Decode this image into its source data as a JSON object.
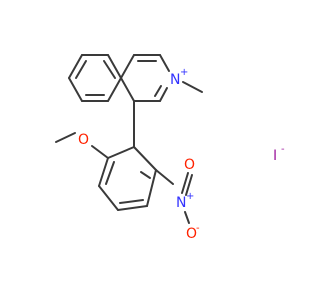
{
  "atoms": {
    "nitrogen_ring": {
      "symbol": "N",
      "charge": "+",
      "color": "#3333ff"
    },
    "oxygen_methoxy": {
      "symbol": "O",
      "color": "#ff2200"
    },
    "nitrogen_nitro": {
      "symbol": "N",
      "charge": "+",
      "color": "#3333ff"
    },
    "oxygen_nitro_top": {
      "symbol": "O",
      "color": "#ff2200"
    },
    "oxygen_nitro_bottom": {
      "symbol": "O",
      "charge": "-",
      "color": "#ff2200"
    },
    "iodide": {
      "symbol": "I",
      "charge": "-",
      "color": "#a020a0"
    }
  }
}
